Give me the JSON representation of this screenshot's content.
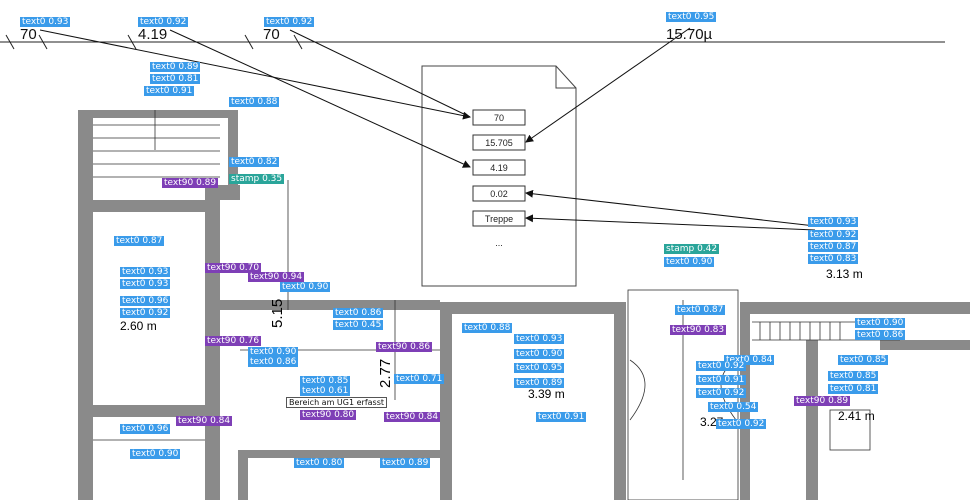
{
  "colors": {
    "text0": "#3a9bea",
    "text90": "#7e3fb6",
    "stamp": "#2aa59a",
    "wall": "#8a8a8a",
    "line": "#222222"
  },
  "dimensions": [
    {
      "id": "d1",
      "text": "70",
      "label": "text0 0.93"
    },
    {
      "id": "d2",
      "text": "4.19",
      "label": "text0 0.92"
    },
    {
      "id": "d3",
      "text": "70",
      "label": "text0 0.92"
    },
    {
      "id": "d4",
      "text": "15.70µ",
      "label": "text0 0.95"
    }
  ],
  "document_fields": [
    "70",
    "15.705",
    "4.19",
    "0.02",
    "Treppe"
  ],
  "document_ellipsis": "...",
  "room_labels": {
    "left_area": "2.60 m",
    "middle_area": "3.39 m",
    "middle_area2": "3.27 m",
    "right_area": "2.41 m",
    "upper_right_area": "3.13 m",
    "dim_515": "5.15",
    "dim_277": "2.77"
  },
  "detections": [
    "text0 0.89",
    "text0 0.81",
    "text0 0.91",
    "text0 0.88",
    "text0 0.82",
    "stamp 0.35",
    "text90 0.89",
    "text0 0.87",
    "text0 0.93",
    "text0 0.93",
    "text0 0.96",
    "text0 0.92",
    "text90 0.70",
    "text90 0.94",
    "text0 0.90",
    "text90 0.76",
    "text0 0.90",
    "text0 0.86",
    "text0 0.85",
    "text0 0.61",
    "text90 0.80",
    "text0 0.86",
    "text0 0.45",
    "text90 0.86",
    "text0 0.71",
    "text90 0.84",
    "text0 0.96",
    "text90 0.84",
    "text0 0.90",
    "text0 0.80",
    "text0 0.89",
    "text0 0.88",
    "text0 0.93",
    "text0 0.90",
    "text0 0.95",
    "text0 0.89",
    "text0 0.91",
    "text0 0.87",
    "text90 0.83",
    "text0 0.84",
    "text0 0.92",
    "text0 0.91",
    "text0 0.92",
    "text0 0.54",
    "text0 0.92",
    "text0 0.85",
    "text0 0.87",
    "text90 0.89",
    "text0 0.90",
    "text0 0.85",
    "text0 0.93",
    "text0 0.92",
    "text0 0.87",
    "stamp 0.42",
    "text0 0.90",
    "text0 0.83",
    "text0 0.86",
    "text0 0.81"
  ],
  "callout": "Bereich am UG1 erfasst"
}
